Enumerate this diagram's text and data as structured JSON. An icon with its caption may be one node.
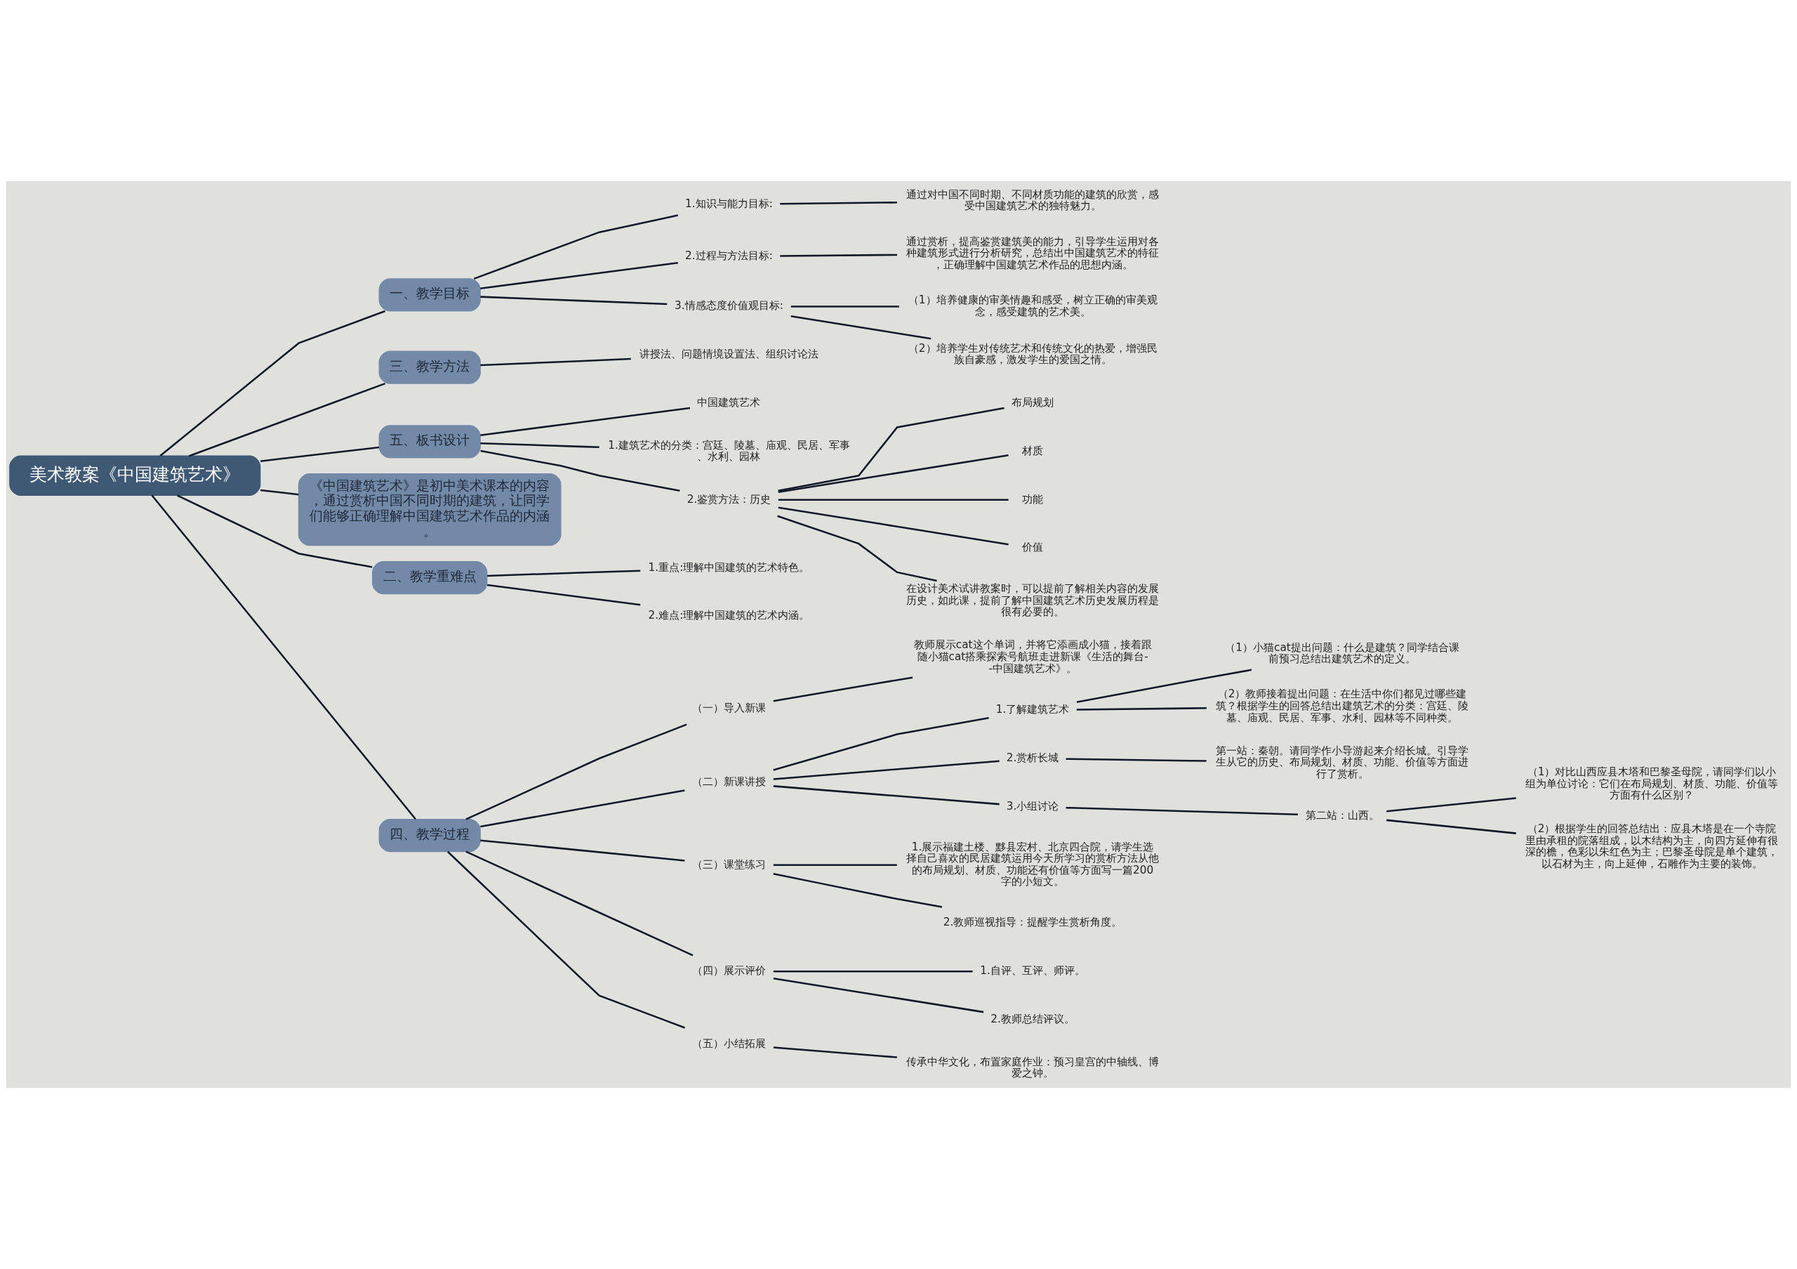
{
  "diagram": {
    "nodes": [
      {
        "text": [
          "美术教案《中国建筑艺术》"
        ]
      },
      {
        "text": [
          "一、教学目标"
        ]
      },
      {
        "text": [
          "1.知识与能力目标:"
        ]
      },
      {
        "text": [
          "通过对中国不同时期、不同材质功能的建筑的欣赏，感受中国建筑艺术的独特魅力。"
        ]
      },
      {
        "text": [
          "2.过程与方法目标:"
        ]
      },
      {
        "text": [
          "通过赏析，提高鉴赏建筑美的能力，引导学生运用对各种建筑形式进行分析研究，总结出中国建筑艺术的特征，正确理解中国建筑艺术作品的思想内涵。"
        ]
      },
      {
        "text": [
          "3.情感态度价值观目标:"
        ]
      },
      {
        "text": [
          "（1）培养健康的审美情趣和感受，树立正确的审美观念，感受建筑的艺术美。"
        ]
      },
      {
        "text": [
          "（2）培养学生对传统艺术和传统文化的热爱，增强民族自豪感，激发学生的爱国之情。"
        ]
      },
      {
        "text": [
          "三、教学方法"
        ]
      },
      {
        "text": [
          "讲授法、问题情境设置法、组织讨论法"
        ]
      },
      {
        "text": [
          "五、板书设计"
        ]
      },
      {
        "text": [
          "中国建筑艺术"
        ]
      },
      {
        "text": [
          "1.建筑艺术的分类：宫廷、陵墓、庙观、民居、军事、水利、园林"
        ]
      },
      {
        "text": [
          "2.鉴赏方法：历史"
        ]
      },
      {
        "text": [
          "布局规划"
        ]
      },
      {
        "text": [
          "材质"
        ]
      },
      {
        "text": [
          "功能"
        ]
      },
      {
        "text": [
          "价值"
        ]
      },
      {
        "text": [
          "在设计美术试讲教案时，可以提前了解相关内容的发展历史，如此课，提前了解中国建筑艺术历史发展历程是很有必要的。"
        ]
      },
      {
        "text": [
          "《中国建筑艺术》是初中美术课本的内容，通过赏析中国不同时期的建筑，让同学们能够正确理解中国建筑艺术作品的内涵。"
        ]
      },
      {
        "text": [
          "二、教学重难点"
        ]
      },
      {
        "text": [
          "1.重点:理解中国建筑的艺术特色。"
        ]
      },
      {
        "text": [
          "2.难点:理解中国建筑的艺术内涵。"
        ]
      },
      {
        "text": [
          "四、教学过程"
        ]
      },
      {
        "text": [
          "（一）导入新课"
        ]
      },
      {
        "text": [
          "教师展示cat这个单词，并将它添画成小猫，接着跟随小猫cat搭乘探索号航班走进新课《生活的舞台--中国建筑艺术》。"
        ]
      },
      {
        "text": [
          "（二）新课讲授"
        ]
      },
      {
        "text": [
          "1.了解建筑艺术"
        ]
      },
      {
        "text": [
          "（1）小猫cat提出问题：什么是建筑？同学结合课前预习总结出建筑艺术的定义。"
        ]
      },
      {
        "text": [
          "（2）教师接着提出问题：在生活中你们都见过哪些建筑？根据学生的回答总结出建筑艺术的分类：宫廷、陵墓、庙观、民居、军事、水利、园林等不同种类。"
        ]
      },
      {
        "text": [
          "2.赏析长城"
        ]
      },
      {
        "text": [
          "第一站：秦朝。请同学作小导游起来介绍长城。引导学生从它的历史、布局规划、材质、功能、价值等方面进行了赏析。"
        ]
      },
      {
        "text": [
          "3.小组讨论"
        ]
      },
      {
        "text": [
          "第二站：山西。"
        ]
      },
      {
        "text": [
          "（1）对比山西应县木塔和巴黎圣母院，请同学们以小组为单位讨论：它们在布局规划、材质、功能、价值等方面有什么区别？"
        ]
      },
      {
        "text": [
          "（2）根据学生的回答总结出：应县木塔是在一个寺院里由承租的院落组成，以木结构为主，向四方延伸有很深的檐，色彩以朱红色为主；巴黎圣母院是单个建筑，以石材为主，向上延伸，石雕作为主要的装饰。"
        ]
      },
      {
        "text": [
          "（三）课堂练习"
        ]
      },
      {
        "text": [
          "1.展示福建土楼、黟县宏村、北京四合院，请学生选择自己喜欢的民居建筑运用今天所学习的赏析方法从他的布局规划、材质、功能还有价值等方面写一篇200字的小短文。"
        ]
      },
      {
        "text": [
          "2.教师巡视指导：提醒学生赏析角度。"
        ]
      },
      {
        "text": [
          "（四）展示评价"
        ]
      },
      {
        "text": [
          "1.自评、互评、师评。"
        ]
      },
      {
        "text": [
          "2.教师总结评议。"
        ]
      },
      {
        "text": [
          "（五）小结拓展"
        ]
      },
      {
        "text": [
          "传承中华文化，布置家庭作业：预习皇宫的中轴线、博爱之钟。"
        ]
      }
    ],
    "edges": [
      {
        "from": 0,
        "to": 1,
        "arrow": "none"
      },
      {
        "from": 1,
        "to": 2,
        "arrow": "none"
      },
      {
        "from": 2,
        "to": 3,
        "arrow": "none"
      },
      {
        "from": 1,
        "to": 4,
        "arrow": "none"
      },
      {
        "from": 4,
        "to": 5,
        "arrow": "none"
      },
      {
        "from": 1,
        "to": 6,
        "arrow": "none"
      },
      {
        "from": 6,
        "to": 7,
        "arrow": "none"
      },
      {
        "from": 6,
        "to": 8,
        "arrow": "none"
      },
      {
        "from": 0,
        "to": 9,
        "arrow": "none"
      },
      {
        "from": 9,
        "to": 10,
        "arrow": "none"
      },
      {
        "from": 0,
        "to": 11,
        "arrow": "none"
      },
      {
        "from": 11,
        "to": 12,
        "arrow": "none"
      },
      {
        "from": 11,
        "to": 13,
        "arrow": "none"
      },
      {
        "from": 11,
        "to": 14,
        "arrow": "none"
      },
      {
        "from": 14,
        "to": 15,
        "arrow": "none"
      },
      {
        "from": 14,
        "to": 16,
        "arrow": "none"
      },
      {
        "from": 14,
        "to": 17,
        "arrow": "none"
      },
      {
        "from": 14,
        "to": 18,
        "arrow": "none"
      },
      {
        "from": 14,
        "to": 19,
        "arrow": "none"
      },
      {
        "from": 0,
        "to": 20,
        "arrow": "none"
      },
      {
        "from": 0,
        "to": 21,
        "arrow": "none"
      },
      {
        "from": 21,
        "to": 22,
        "arrow": "none"
      },
      {
        "from": 21,
        "to": 23,
        "arrow": "none"
      },
      {
        "from": 0,
        "to": 24,
        "arrow": "none"
      },
      {
        "from": 24,
        "to": 25,
        "arrow": "none"
      },
      {
        "from": 25,
        "to": 26,
        "arrow": "none"
      },
      {
        "from": 24,
        "to": 27,
        "arrow": "none"
      },
      {
        "from": 27,
        "to": 28,
        "arrow": "none"
      },
      {
        "from": 28,
        "to": 29,
        "arrow": "none"
      },
      {
        "from": 28,
        "to": 30,
        "arrow": "none"
      },
      {
        "from": 27,
        "to": 31,
        "arrow": "none"
      },
      {
        "from": 31,
        "to": 32,
        "arrow": "none"
      },
      {
        "from": 27,
        "to": 33,
        "arrow": "none"
      },
      {
        "from": 33,
        "to": 34,
        "arrow": "none"
      },
      {
        "from": 34,
        "to": 35,
        "arrow": "none"
      },
      {
        "from": 34,
        "to": 36,
        "arrow": "none"
      },
      {
        "from": 24,
        "to": 37,
        "arrow": "none"
      },
      {
        "from": 37,
        "to": 38,
        "arrow": "none"
      },
      {
        "from": 37,
        "to": 39,
        "arrow": "none"
      },
      {
        "from": 24,
        "to": 40,
        "arrow": "none"
      },
      {
        "from": 40,
        "to": 41,
        "arrow": "none"
      },
      {
        "from": 40,
        "to": 42,
        "arrow": "none"
      },
      {
        "from": 24,
        "to": 43,
        "arrow": "none"
      },
      {
        "from": 43,
        "to": 44,
        "arrow": "none"
      }
    ]
  }
}
